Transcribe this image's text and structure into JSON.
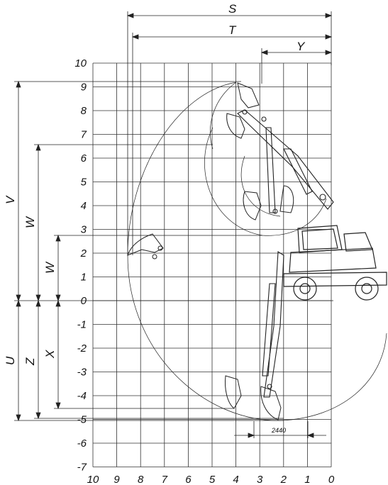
{
  "y_ticks": [
    "10",
    "9",
    "8",
    "7",
    "6",
    "5",
    "4",
    "3",
    "2",
    "1",
    "0",
    "-1",
    "-2",
    "-3",
    "-4",
    "-5",
    "-6",
    "-7"
  ],
  "x_ticks": [
    "10",
    "9",
    "8",
    "7",
    "6",
    "5",
    "4",
    "3",
    "2",
    "1",
    "0"
  ],
  "dims_top": {
    "S": "S",
    "T": "T",
    "Y": "Y"
  },
  "dims_left": {
    "V": "V",
    "W1": "W",
    "W2": "W",
    "U": "U",
    "Z": "Z",
    "X": "X"
  },
  "track_width": "2440",
  "colors": {
    "line": "#222222",
    "grid": "#333333"
  }
}
